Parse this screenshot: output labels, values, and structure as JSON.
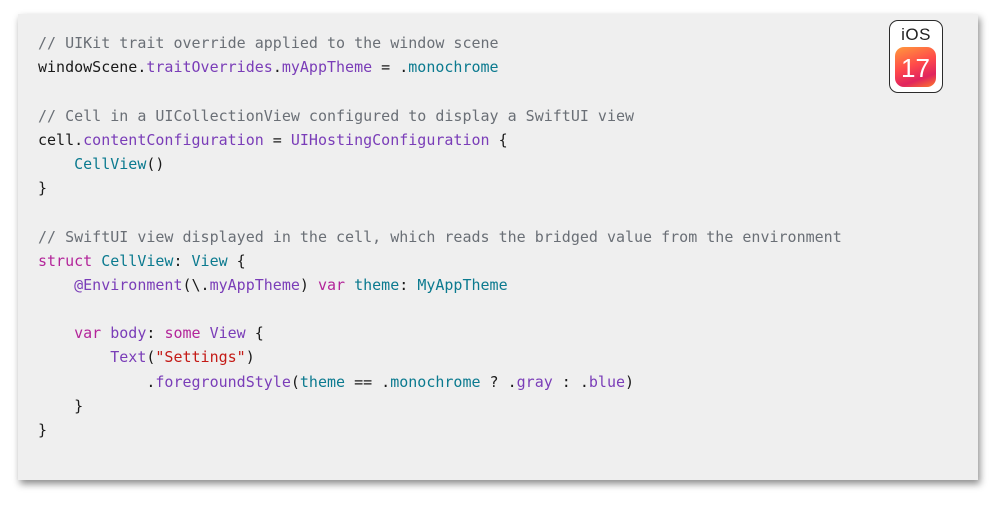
{
  "badge": {
    "label": "iOS",
    "version": "17"
  },
  "code": {
    "lines": [
      [
        {
          "t": "// UIKit trait override applied to the window scene",
          "c": "comment"
        }
      ],
      [
        {
          "t": "windowScene.",
          "c": "plain"
        },
        {
          "t": "traitOverrides",
          "c": "member"
        },
        {
          "t": ".",
          "c": "plain"
        },
        {
          "t": "myAppTheme",
          "c": "member"
        },
        {
          "t": " = .",
          "c": "plain"
        },
        {
          "t": "monochrome",
          "c": "type"
        }
      ],
      [],
      [
        {
          "t": "// Cell in a UICollectionView configured to display a SwiftUI view",
          "c": "comment"
        }
      ],
      [
        {
          "t": "cell.",
          "c": "plain"
        },
        {
          "t": "contentConfiguration",
          "c": "member"
        },
        {
          "t": " = ",
          "c": "plain"
        },
        {
          "t": "UIHostingConfiguration",
          "c": "type2"
        },
        {
          "t": " {",
          "c": "plain"
        }
      ],
      [
        {
          "t": "    ",
          "c": "plain"
        },
        {
          "t": "CellView",
          "c": "type"
        },
        {
          "t": "()",
          "c": "plain"
        }
      ],
      [
        {
          "t": "}",
          "c": "plain"
        }
      ],
      [],
      [
        {
          "t": "// SwiftUI view displayed in the cell, which reads the bridged value from the environment",
          "c": "comment"
        }
      ],
      [
        {
          "t": "struct",
          "c": "kw"
        },
        {
          "t": " ",
          "c": "plain"
        },
        {
          "t": "CellView",
          "c": "type"
        },
        {
          "t": ": ",
          "c": "plain"
        },
        {
          "t": "View",
          "c": "type"
        },
        {
          "t": " {",
          "c": "plain"
        }
      ],
      [
        {
          "t": "    ",
          "c": "plain"
        },
        {
          "t": "@Environment",
          "c": "member"
        },
        {
          "t": "(\\.",
          "c": "plain"
        },
        {
          "t": "myAppTheme",
          "c": "member"
        },
        {
          "t": ") ",
          "c": "plain"
        },
        {
          "t": "var",
          "c": "kw"
        },
        {
          "t": " ",
          "c": "plain"
        },
        {
          "t": "theme",
          "c": "type"
        },
        {
          "t": ": ",
          "c": "plain"
        },
        {
          "t": "MyAppTheme",
          "c": "type"
        }
      ],
      [],
      [
        {
          "t": "    ",
          "c": "plain"
        },
        {
          "t": "var",
          "c": "kw"
        },
        {
          "t": " ",
          "c": "plain"
        },
        {
          "t": "body",
          "c": "member"
        },
        {
          "t": ": ",
          "c": "plain"
        },
        {
          "t": "some",
          "c": "kw"
        },
        {
          "t": " ",
          "c": "plain"
        },
        {
          "t": "View",
          "c": "type2"
        },
        {
          "t": " {",
          "c": "plain"
        }
      ],
      [
        {
          "t": "        ",
          "c": "plain"
        },
        {
          "t": "Text",
          "c": "type2"
        },
        {
          "t": "(",
          "c": "plain"
        },
        {
          "t": "\"Settings\"",
          "c": "string"
        },
        {
          "t": ")",
          "c": "plain"
        }
      ],
      [
        {
          "t": "            .",
          "c": "plain"
        },
        {
          "t": "foregroundStyle",
          "c": "member"
        },
        {
          "t": "(",
          "c": "plain"
        },
        {
          "t": "theme",
          "c": "type"
        },
        {
          "t": " == .",
          "c": "plain"
        },
        {
          "t": "monochrome",
          "c": "type"
        },
        {
          "t": " ? .",
          "c": "plain"
        },
        {
          "t": "gray",
          "c": "member"
        },
        {
          "t": " : .",
          "c": "plain"
        },
        {
          "t": "blue",
          "c": "member"
        },
        {
          "t": ")",
          "c": "plain"
        }
      ],
      [
        {
          "t": "    }",
          "c": "plain"
        }
      ],
      [
        {
          "t": "}",
          "c": "plain"
        }
      ]
    ]
  }
}
